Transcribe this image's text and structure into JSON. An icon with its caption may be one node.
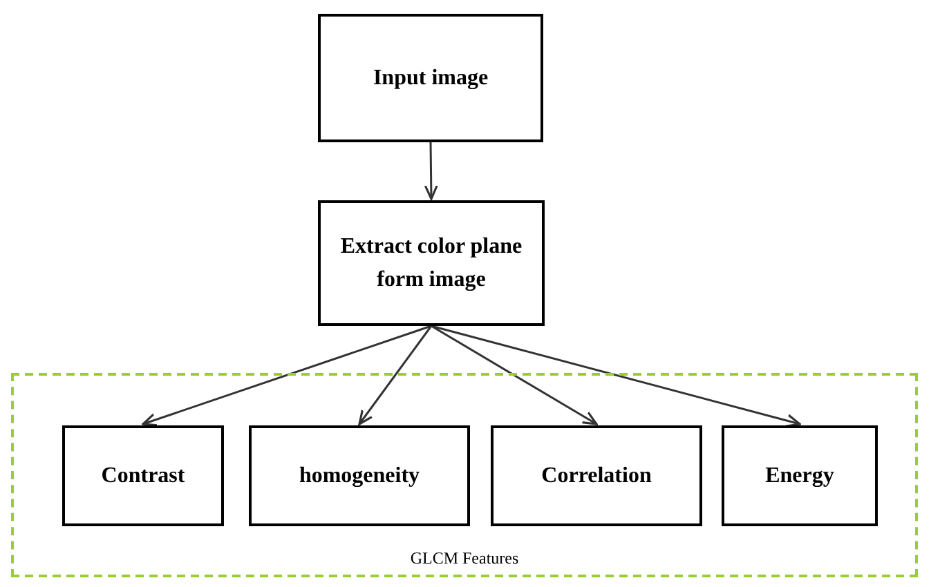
{
  "diagram": {
    "nodes": [
      {
        "text": [
          "Input image"
        ]
      },
      {
        "text": [
          "Extract color plane form image"
        ]
      },
      {
        "text": [
          "GLCM Features"
        ]
      },
      {
        "text": [
          "Contrast"
        ],
        "in": 2
      },
      {
        "text": [
          "homogeneity"
        ],
        "in": 2
      },
      {
        "text": [
          "Correlation"
        ],
        "in": 2
      },
      {
        "text": [
          "Energy"
        ],
        "in": 2
      }
    ],
    "edges": [
      {
        "from": 0,
        "to": 1,
        "arrow": "to"
      },
      {
        "from": 1,
        "to": 3,
        "arrow": "to"
      },
      {
        "from": 1,
        "to": 4,
        "arrow": "to"
      },
      {
        "from": 1,
        "to": 5,
        "arrow": "to"
      },
      {
        "from": 1,
        "to": 6,
        "arrow": "to"
      }
    ]
  }
}
